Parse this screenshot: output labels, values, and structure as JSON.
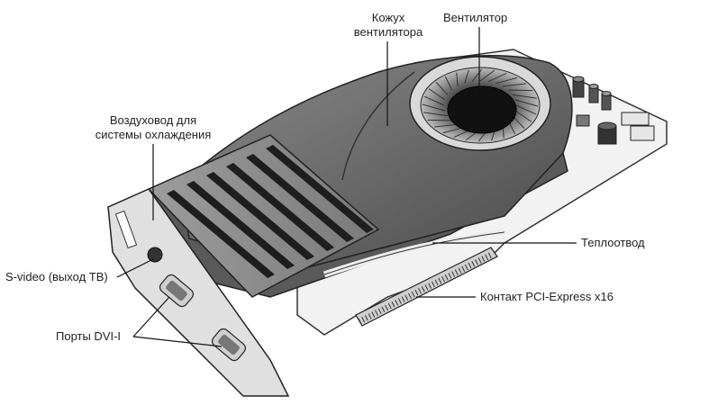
{
  "labels": {
    "fan_shroud": [
      "Кожух",
      "вентилятора"
    ],
    "fan": "Вентилятор",
    "air_duct": [
      "Воздуховод для",
      "системы охлаждения"
    ],
    "heatsink": "Теплоотвод",
    "svideo": "S-video (выход ТВ)",
    "pci_contact": "Контакт PCI-Express x16",
    "dvi_ports": "Порты DVI-I"
  }
}
